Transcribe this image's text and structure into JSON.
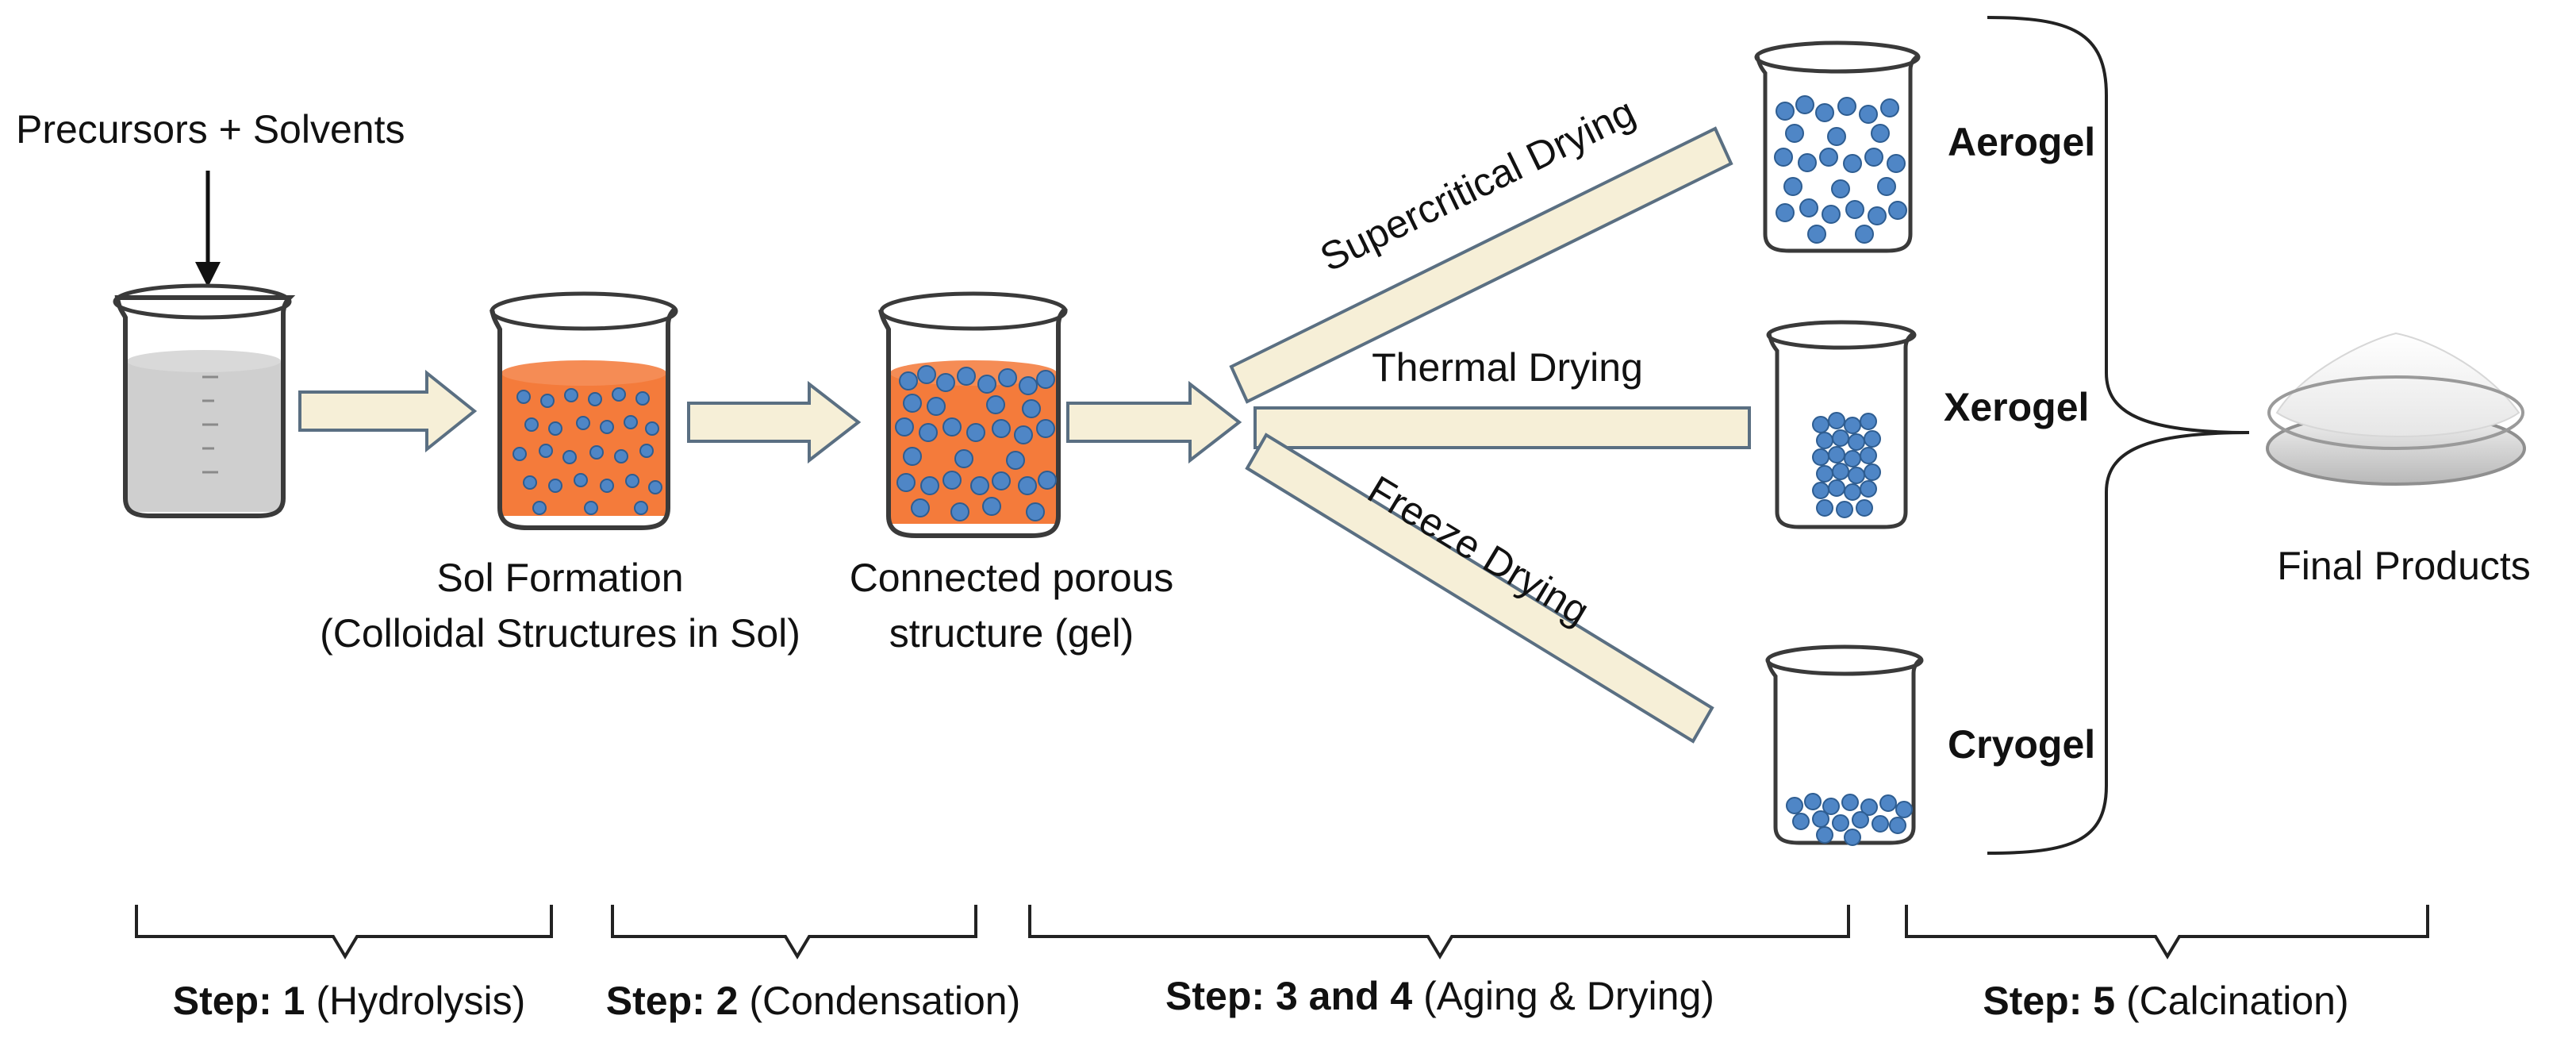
{
  "input_label": "Precursors + Solvents",
  "stages": {
    "sol": {
      "line1": "Sol Formation",
      "line2": "(Colloidal Structures in Sol)"
    },
    "gel": {
      "line1": "Connected porous",
      "line2": "structure (gel)"
    }
  },
  "drying_methods": {
    "supercritical": "Supercritical Drying",
    "thermal": "Thermal Drying",
    "freeze": "Freeze Drying"
  },
  "products": {
    "aerogel": "Aerogel",
    "xerogel": "Xerogel",
    "cryogel": "Cryogel"
  },
  "final_products": "Final Products",
  "steps": [
    {
      "bold": "Step: 1",
      "rest": " (Hydrolysis)"
    },
    {
      "bold": "Step: 2",
      "rest": " (Condensation)"
    },
    {
      "bold": "Step: 3 and 4",
      "rest": " (Aging & Drying)"
    },
    {
      "bold": "Step: 5",
      "rest": " (Calcination)"
    }
  ],
  "colors": {
    "sol_fill": "#f47b3b",
    "solvent_fill": "#cfcfcf",
    "particle_fill": "#4f86c6",
    "arrow_fill": "#f6efd7",
    "arrow_stroke": "#5a6f82"
  }
}
